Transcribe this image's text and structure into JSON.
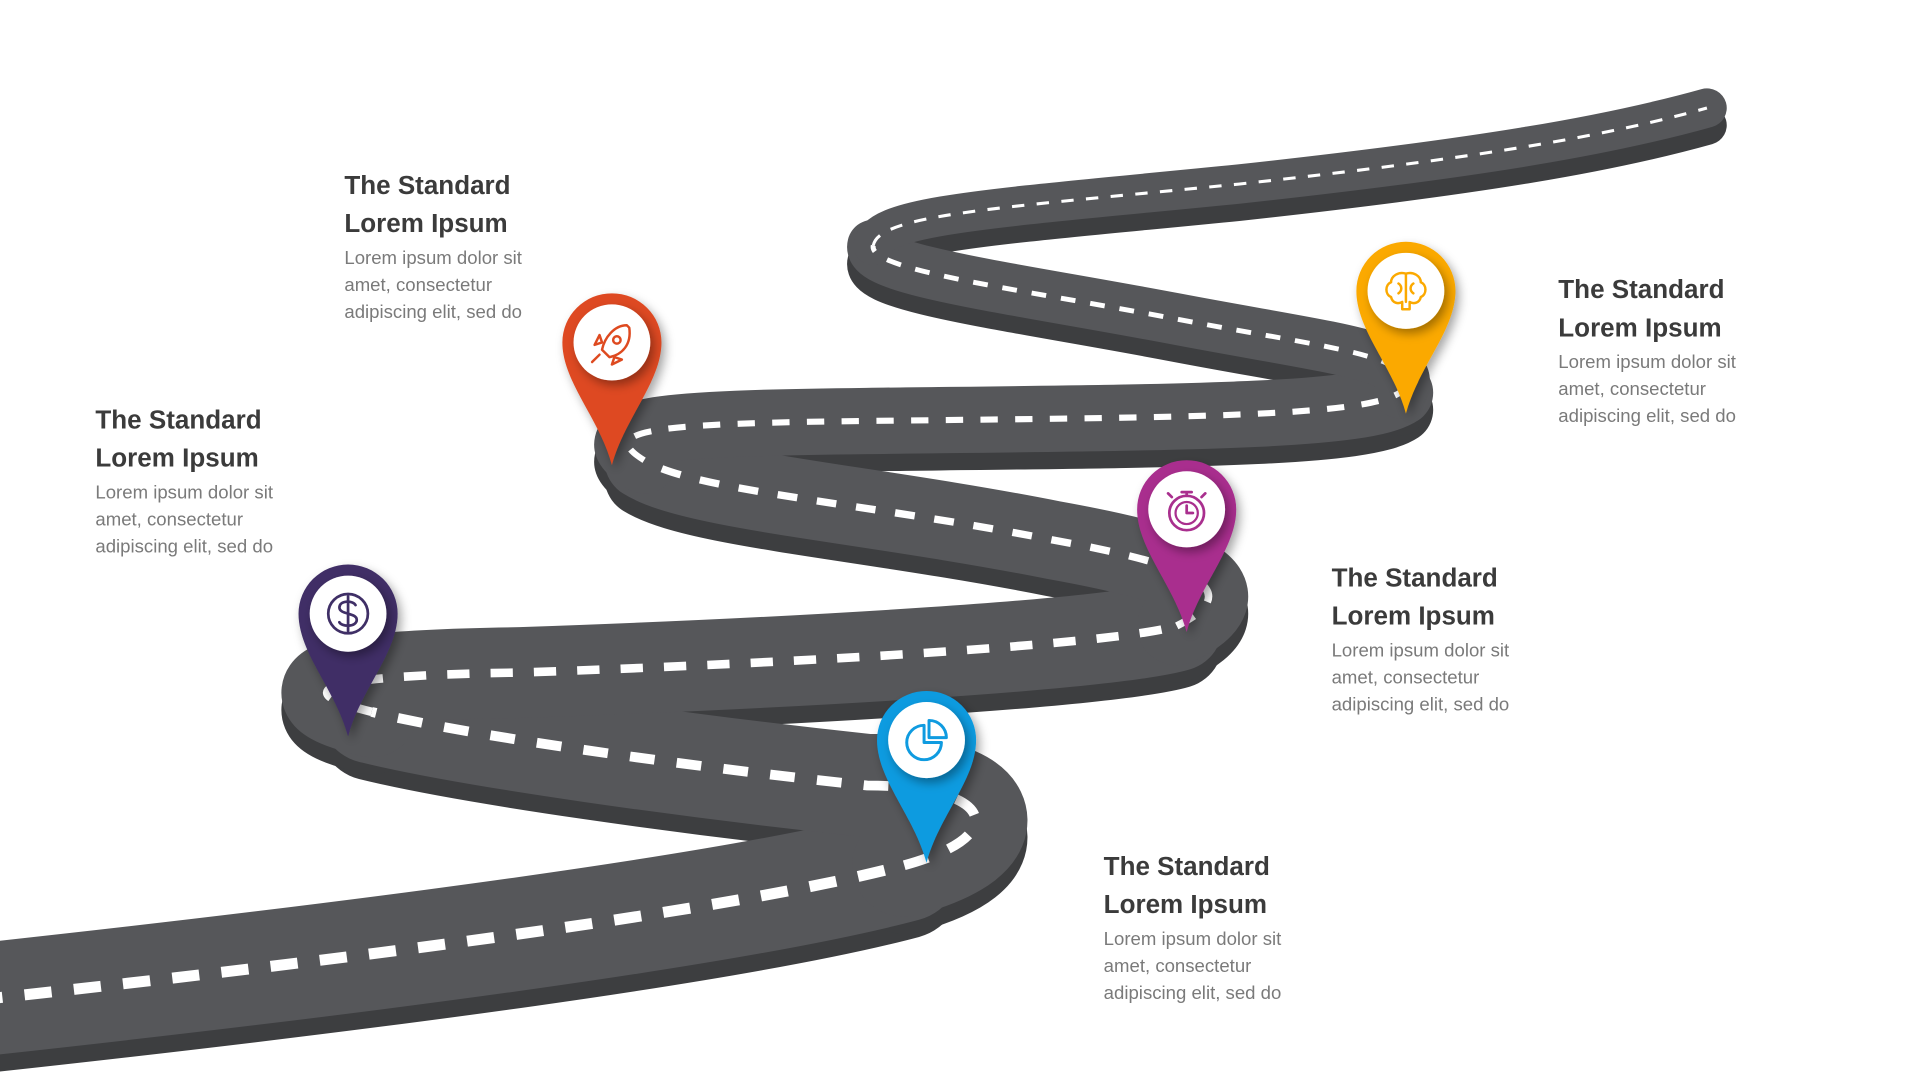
{
  "milestones": [
    {
      "title1": "The Standard",
      "title2": "Lorem Ipsum",
      "line1": "Lorem ipsum dolor sit",
      "line2": "amet, consectetur",
      "line3": "adipiscing elit, sed do",
      "icon": "dollar-icon",
      "color": "#3f2f66"
    },
    {
      "title1": "The Standard",
      "title2": "Lorem Ipsum",
      "line1": "Lorem ipsum dolor sit",
      "line2": "amet, consectetur",
      "line3": "adipiscing elit, sed do",
      "icon": "pie-chart-icon",
      "color": "#0f9be0"
    },
    {
      "title1": "The Standard",
      "title2": "Lorem Ipsum",
      "line1": "Lorem ipsum dolor sit",
      "line2": "amet, consectetur",
      "line3": "adipiscing elit, sed do",
      "icon": "stopwatch-icon",
      "color": "#a92f8e"
    },
    {
      "title1": "The Standard",
      "title2": "Lorem Ipsum",
      "line1": "Lorem ipsum dolor sit",
      "line2": "amet, consectetur",
      "line3": "adipiscing elit, sed do",
      "icon": "rocket-icon",
      "color": "#de4a20"
    },
    {
      "title1": "The Standard",
      "title2": "Lorem Ipsum",
      "line1": "Lorem ipsum dolor sit",
      "line2": "amet, consectetur",
      "line3": "adipiscing elit, sed do",
      "icon": "brain-icon",
      "color": "#fba900"
    }
  ]
}
